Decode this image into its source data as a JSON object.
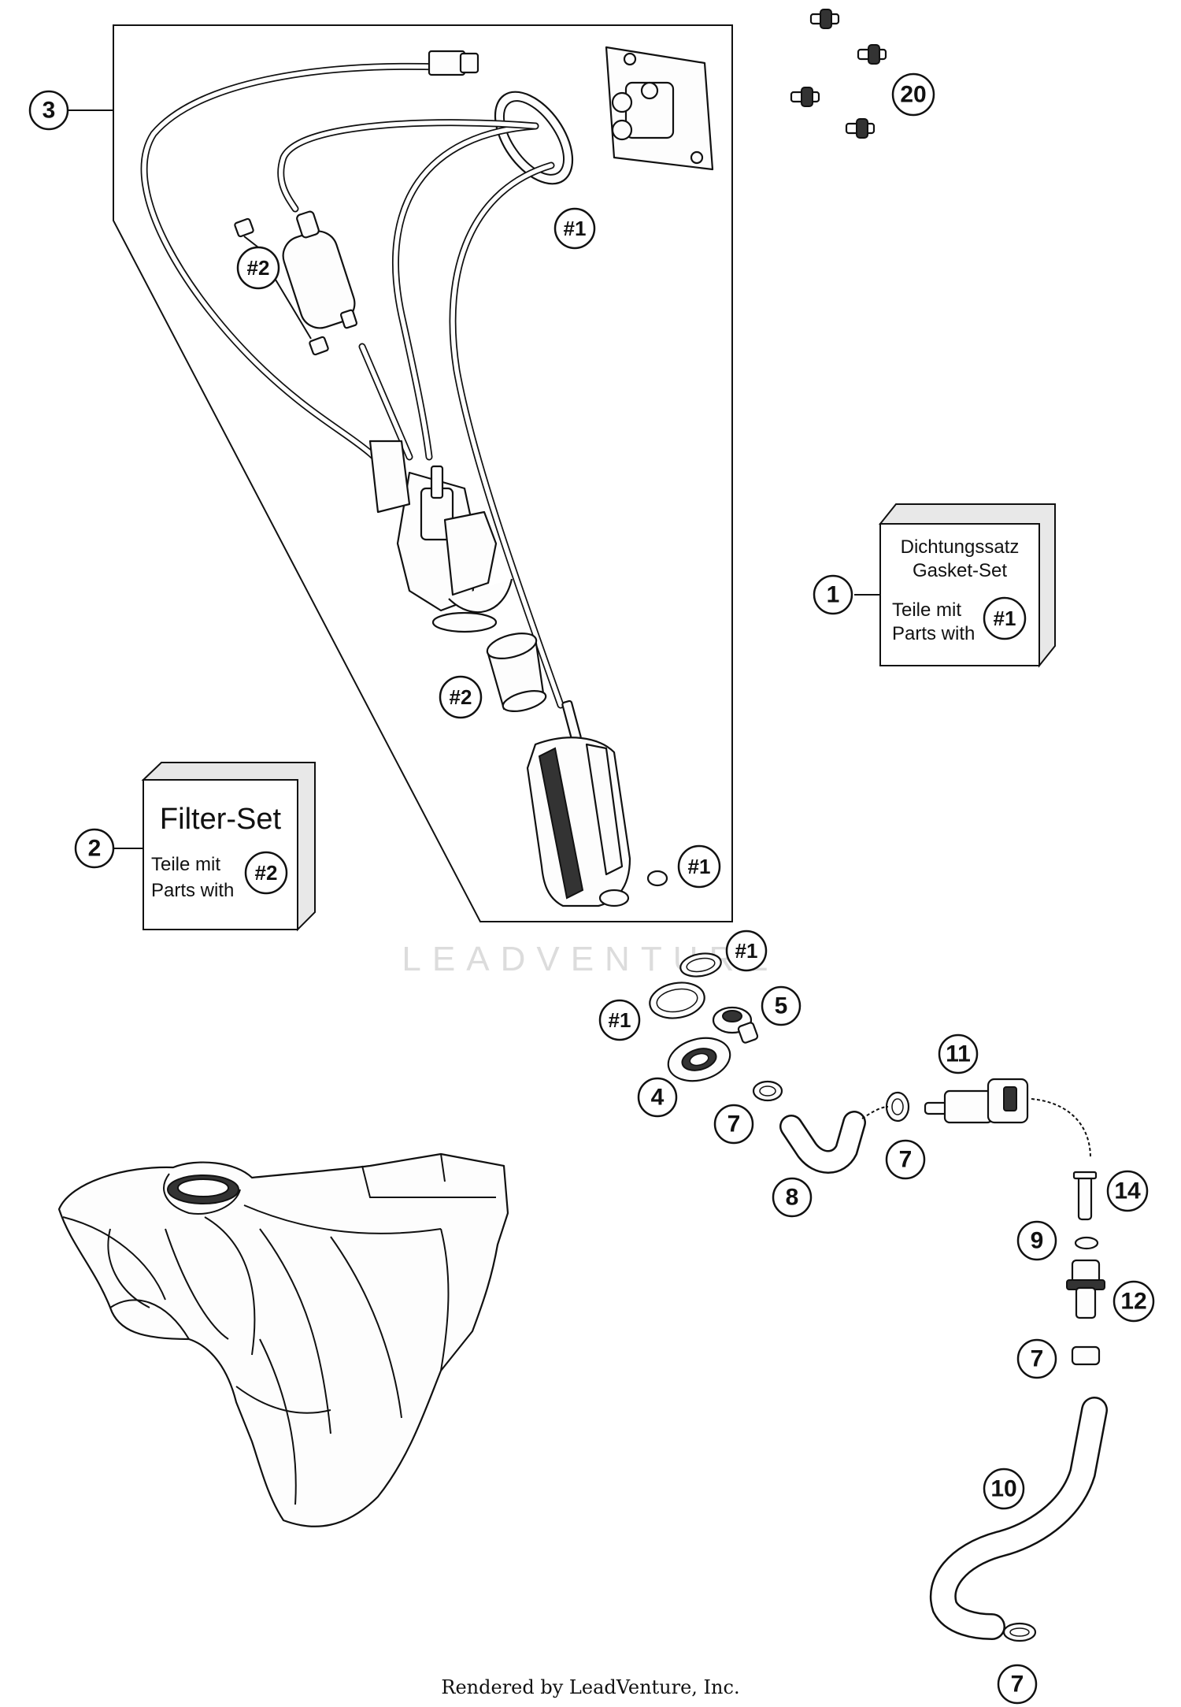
{
  "callouts": {
    "c3": "3",
    "c20": "20",
    "c1": "1",
    "c2": "2",
    "h1_top": "#1",
    "h2_filter": "#2",
    "h2_strainer": "#2",
    "h1_pump": "#1",
    "h1_ring": "#1",
    "h1_oring": "#1",
    "c5": "5",
    "c4": "4",
    "c7_a": "7",
    "c11": "11",
    "c7_b": "7",
    "c8": "8",
    "c14": "14",
    "c9": "9",
    "c12": "12",
    "c7_c": "7",
    "c10": "10",
    "c7_d": "7"
  },
  "gasket_set_box": {
    "line1": "Dichtungssatz",
    "line2": "Gasket-Set",
    "line3": "Teile mit",
    "line4": "Parts with",
    "ref": "#1"
  },
  "filter_set_box": {
    "title": "Filter-Set",
    "line1": "Teile mit",
    "line2": "Parts with",
    "ref": "#2"
  },
  "watermark": "LEADVENTURE",
  "footer": "Rendered by LeadVenture, Inc."
}
